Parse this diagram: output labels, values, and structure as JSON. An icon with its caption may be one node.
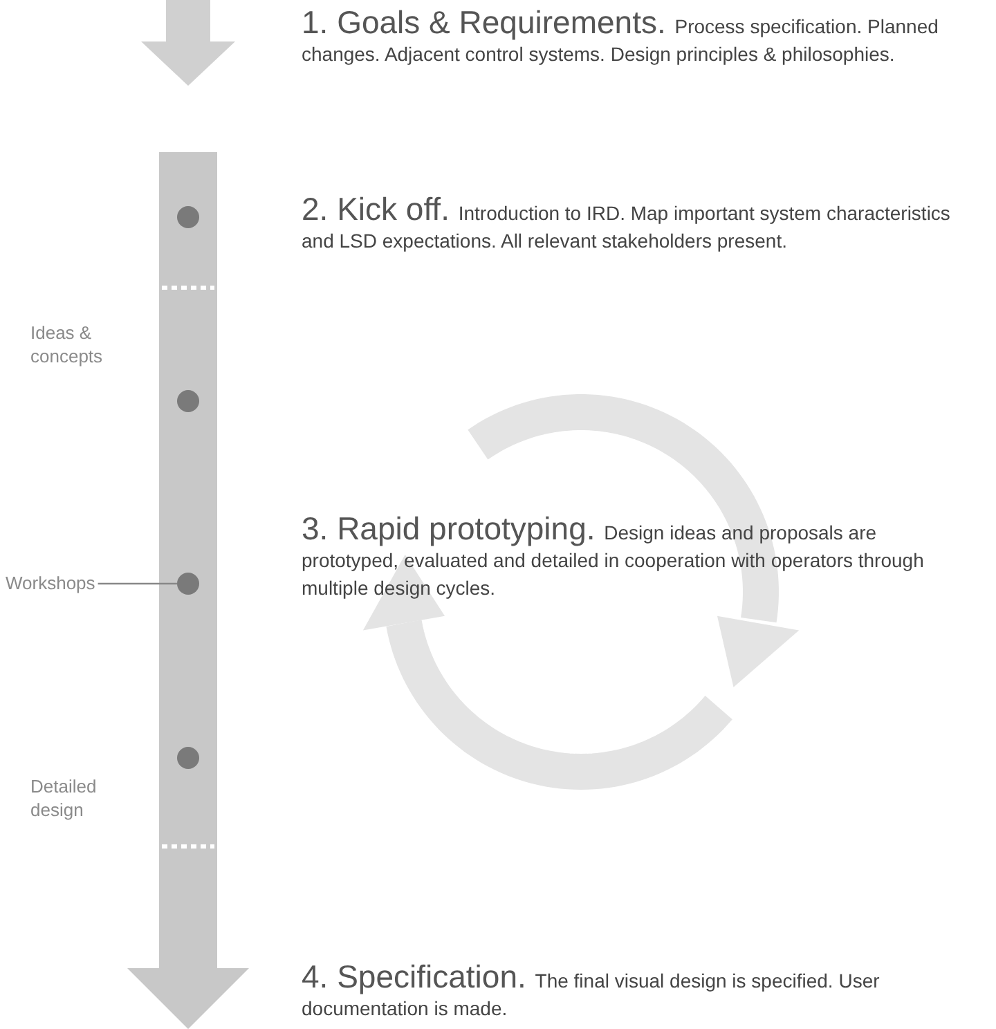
{
  "diagram": {
    "nodes": [
      {
        "text": [],
        "shape": "circle"
      },
      {
        "text": [],
        "shape": "circle"
      },
      {
        "text": [],
        "shape": "circle"
      },
      {
        "text": [],
        "shape": "circle"
      },
      {
        "text": [
          "Workshops"
        ]
      }
    ],
    "edges": [
      {
        "from": 4,
        "to": 2,
        "arrow": "none"
      }
    ],
    "labels": [
      "1. Goals & Requirements.",
      "Process specification. Planned changes. Adjacent control systems. Design principles & philosophies.",
      "2. Kick off.",
      "Introduction to IRD. Map important system characteristics and LSD expectations. All relevant stakeholders present.",
      "Ideas & concepts",
      "3. Rapid prototyping.",
      "Design ideas and proposals are prototyped, evaluated and detailed in cooperation with operators through multiple design cycles.",
      "Detailed design",
      "4. Specification.",
      "The final visual design is specified. User documentation is made."
    ]
  }
}
